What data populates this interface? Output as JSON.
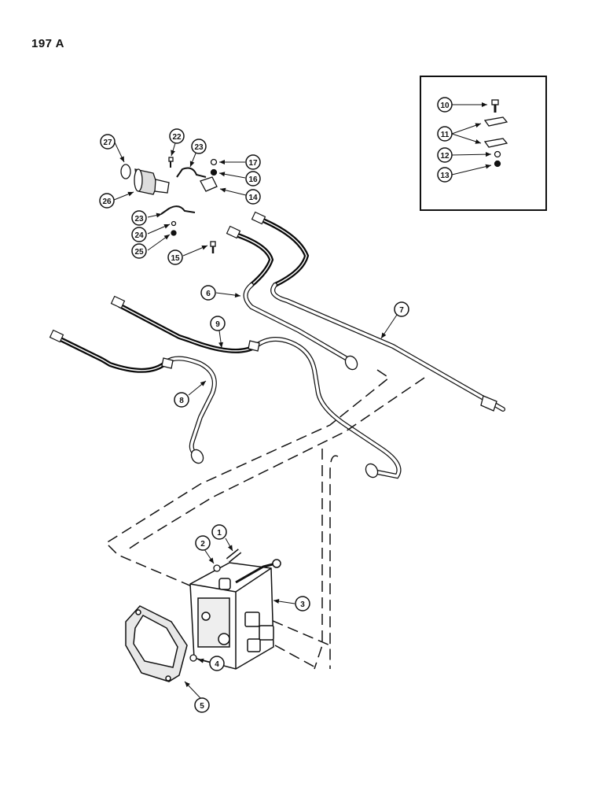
{
  "page_number": "197 A",
  "callouts": [
    "1",
    "2",
    "3",
    "4",
    "5",
    "6",
    "7",
    "8",
    "9",
    "10",
    "11",
    "12",
    "13",
    "14",
    "15",
    "16",
    "17",
    "22",
    "23",
    "23",
    "24",
    "25",
    "26",
    "27"
  ],
  "colors": {
    "ink": "#111111",
    "paper": "#ffffff",
    "hose": "#0a0a0a"
  }
}
